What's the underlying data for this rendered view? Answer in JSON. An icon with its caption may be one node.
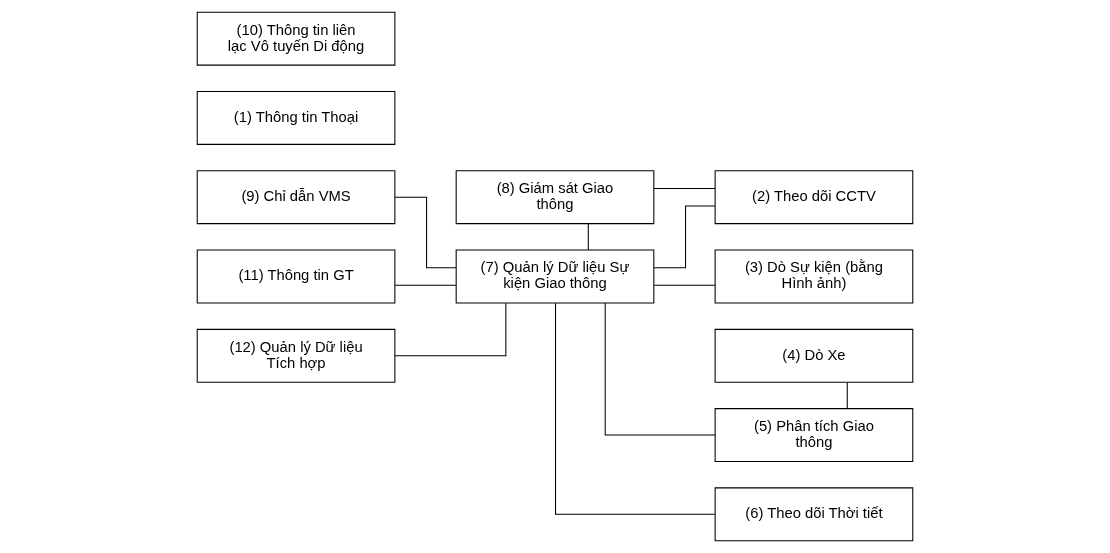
{
  "diagram": {
    "nodes": [
      {
        "text": [
          "(10) Thông tin liên lạc Vô tuyến Di động"
        ]
      },
      {
        "text": [
          "(2) Theo dõi CCTV"
        ]
      },
      {
        "text": [
          "(1) Thông tin Thoại"
        ]
      },
      {
        "text": [
          "(3) Dò Sự kiện (bằng Hình ảnh)"
        ]
      },
      {
        "text": [
          "(9) Chỉ dẫn VMS"
        ]
      },
      {
        "text": [
          "(8) Giám sát Giao thông"
        ]
      },
      {
        "text": [
          "(4) Dò Xe"
        ]
      },
      {
        "text": [
          "(11) Thông tin GT"
        ]
      },
      {
        "text": [
          "(7) Quản lý Dữ liệu Sự kiện Giao thông"
        ]
      },
      {
        "text": [
          "(5) Phân tích Giao thông"
        ]
      },
      {
        "text": [
          "(12) Quản lý Dữ liệu Tích hợp"
        ]
      },
      {
        "text": [
          "(6) Theo dõi Thời tiết"
        ]
      }
    ],
    "edges": [
      {
        "from": 5,
        "to": 1,
        "arrow": "none"
      },
      {
        "from": 5,
        "to": 8,
        "arrow": "none"
      },
      {
        "from": 8,
        "to": 1,
        "arrow": "none"
      },
      {
        "from": 8,
        "to": 3,
        "arrow": "none"
      },
      {
        "from": 8,
        "to": 9,
        "arrow": "none"
      },
      {
        "from": 8,
        "to": 11,
        "arrow": "none"
      },
      {
        "from": 6,
        "to": 9,
        "arrow": "none"
      },
      {
        "from": 4,
        "to": 8,
        "arrow": "none"
      },
      {
        "from": 7,
        "to": 8,
        "arrow": "none"
      },
      {
        "from": 10,
        "to": 8,
        "arrow": "none"
      }
    ]
  }
}
